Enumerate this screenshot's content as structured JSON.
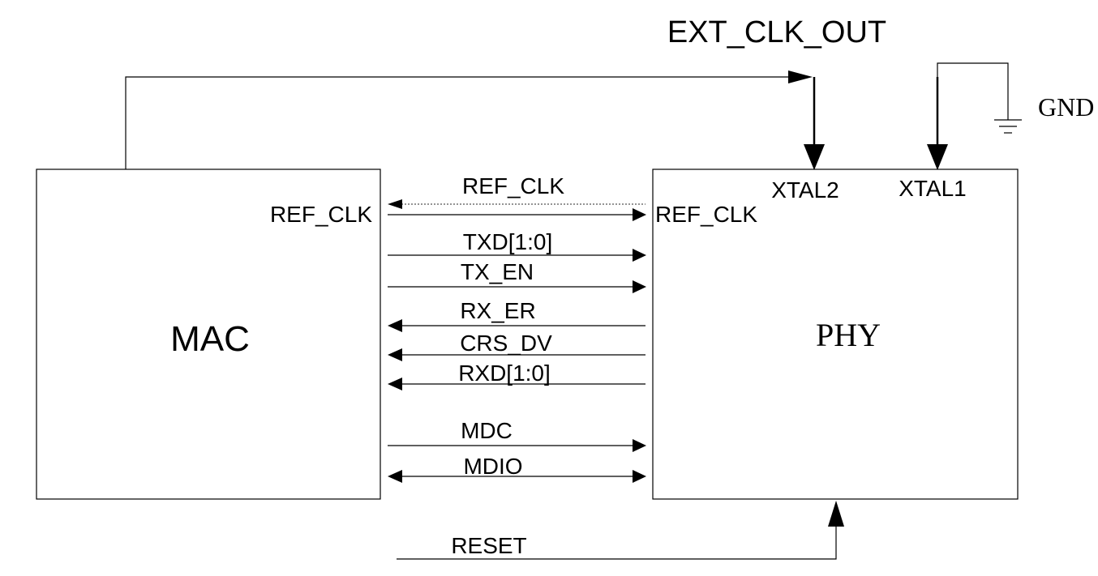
{
  "blocks": {
    "mac": {
      "label": "MAC"
    },
    "phy": {
      "label": "PHY"
    }
  },
  "labels": {
    "ext_clk_out": "EXT_CLK_OUT",
    "gnd": "GND",
    "xtal2": "XTAL2",
    "xtal1": "XTAL1",
    "ref_clk_top": "REF_CLK",
    "ref_clk_mac": "REF_CLK",
    "ref_clk_phy": "REF_CLK",
    "txd": "TXD[1:0]",
    "tx_en": "TX_EN",
    "rx_er": "RX_ER",
    "crs_dv": "CRS_DV",
    "rxd": "RXD[1:0]",
    "mdc": "MDC",
    "mdio": "MDIO",
    "reset": "RESET"
  }
}
